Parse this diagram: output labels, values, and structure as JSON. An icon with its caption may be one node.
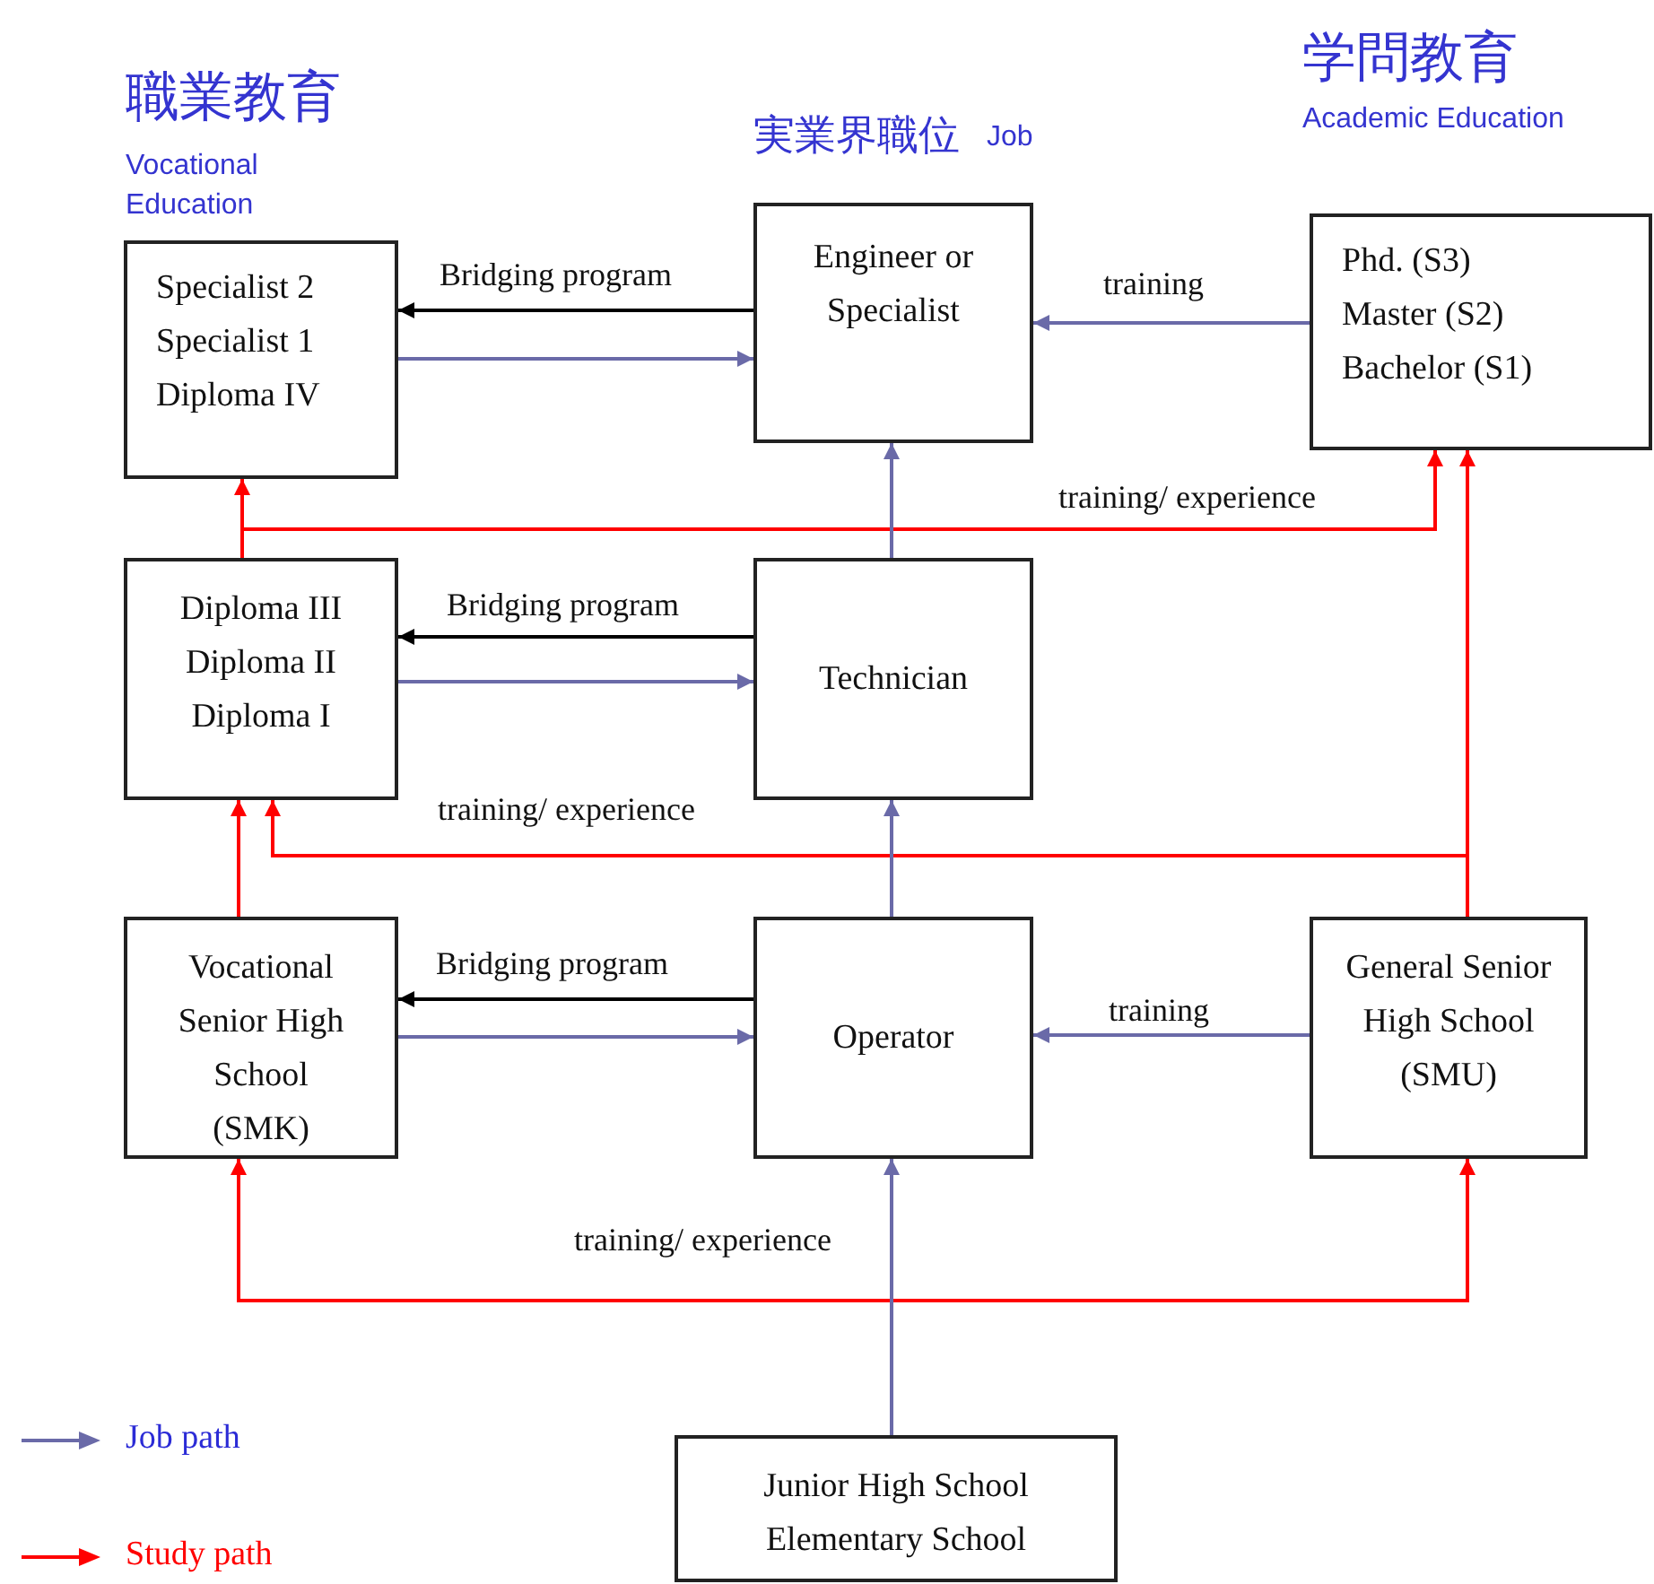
{
  "diagram": {
    "nodes": [
      {
        "text": [
          "Specialist 2",
          "Specialist 1",
          "Diploma IV"
        ]
      },
      {
        "text": [
          "Engineer or Specialist"
        ]
      },
      {
        "text": [
          "Phd. (S3)",
          "Master (S2)",
          "Bachelor (S1)"
        ]
      },
      {
        "text": [
          "Diploma III",
          "Diploma II",
          "Diploma I"
        ]
      },
      {
        "text": [
          "Technician"
        ]
      },
      {
        "text": [
          "Vocational Senior High School",
          "(SMK)"
        ]
      },
      {
        "text": [
          "Operator"
        ]
      },
      {
        "text": [
          "General Senior High School",
          "(SMU)"
        ]
      },
      {
        "text": [
          "Junior High School",
          "Elementary School"
        ]
      }
    ],
    "edges": [
      {
        "from": 1,
        "to": 0,
        "arrow": "to",
        "label": "Bridging program",
        "color": "#000000"
      },
      {
        "from": 0,
        "to": 1,
        "arrow": "to"
      },
      {
        "from": 2,
        "to": 1,
        "arrow": "to",
        "label": "training"
      },
      {
        "from": 0,
        "to": 2,
        "arrow": "to",
        "label": "training/ experience",
        "color": "#ff0000"
      },
      {
        "from": 4,
        "to": 1,
        "arrow": "to"
      },
      {
        "from": 4,
        "to": 3,
        "arrow": "to",
        "label": "Bridging program",
        "color": "#000000"
      },
      {
        "from": 3,
        "to": 4,
        "arrow": "to"
      },
      {
        "from": 3,
        "to": 0,
        "arrow": "to",
        "color": "#ff0000"
      },
      {
        "from": 7,
        "to": 2,
        "arrow": "to",
        "color": "#ff0000"
      },
      {
        "from": 7,
        "to": 3,
        "arrow": "to",
        "label": "training/ experience",
        "color": "#ff0000"
      },
      {
        "from": 6,
        "to": 4,
        "arrow": "to"
      },
      {
        "from": 6,
        "to": 5,
        "arrow": "to",
        "label": "Bridging program",
        "color": "#000000"
      },
      {
        "from": 5,
        "to": 6,
        "arrow": "to"
      },
      {
        "from": 7,
        "to": 6,
        "arrow": "to",
        "label": "training"
      },
      {
        "from": 5,
        "to": 3,
        "arrow": "to",
        "color": "#ff0000"
      },
      {
        "from": 8,
        "to": 5,
        "arrow": "to",
        "color": "#ff0000"
      },
      {
        "from": 8,
        "to": 7,
        "arrow": "to",
        "color": "#ff0000"
      },
      {
        "from": 8,
        "to": 6,
        "arrow": "to",
        "label": "training/ experience"
      }
    ],
    "labels": [
      "職業教育",
      "Vocational Education",
      "実業界職位",
      "Job",
      "学問教育",
      "Academic Education"
    ],
    "legend": [
      {
        "text": "Job path"
      },
      {
        "text": "Study path"
      }
    ]
  }
}
